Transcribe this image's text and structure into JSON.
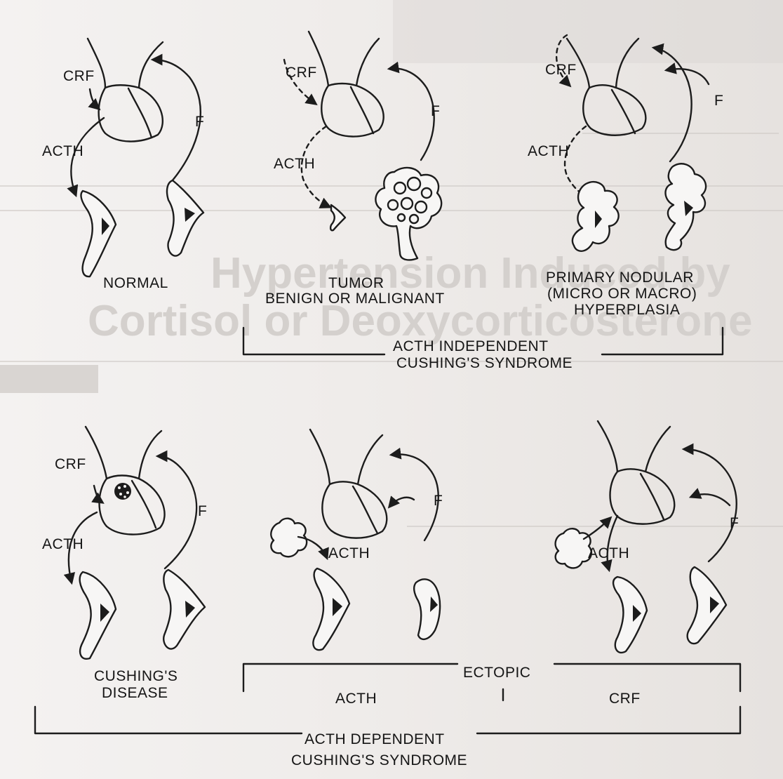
{
  "panels": {
    "normal": {
      "crf": "CRF",
      "acth": "ACTH",
      "f": "F",
      "caption": "NORMAL"
    },
    "tumor": {
      "crf": "CRF",
      "acth": "ACTH",
      "f": "F",
      "caption_line1": "TUMOR",
      "caption_line2": "BENIGN OR MALIGNANT"
    },
    "nodular": {
      "crf": "CRF",
      "acth": "ACTH",
      "f": "F",
      "caption_line1": "PRIMARY NODULAR",
      "caption_line2": "(MICRO OR MACRO)",
      "caption_line3": "HYPERPLASIA"
    },
    "cushings_disease": {
      "crf": "CRF",
      "acth": "ACTH",
      "f": "F",
      "caption_line1": "CUSHING'S",
      "caption_line2": "DISEASE"
    },
    "ectopic_acth": {
      "acth": "ACTH",
      "f": "F",
      "caption": "ACTH"
    },
    "ectopic_crf": {
      "acth": "ACTH",
      "f": "F",
      "caption": "CRF"
    }
  },
  "groups": {
    "independent": {
      "line1": "ACTH INDEPENDENT",
      "line2": "CUSHING'S SYNDROME"
    },
    "ectopic": {
      "label": "ECTOPIC"
    },
    "dependent": {
      "line1": "ACTH DEPENDENT",
      "line2": "CUSHING'S SYNDROME"
    }
  },
  "background_bleed": {
    "heading": "Hypertension Induced by",
    "heading2": "Cortisol or Deoxycorticosterone"
  }
}
